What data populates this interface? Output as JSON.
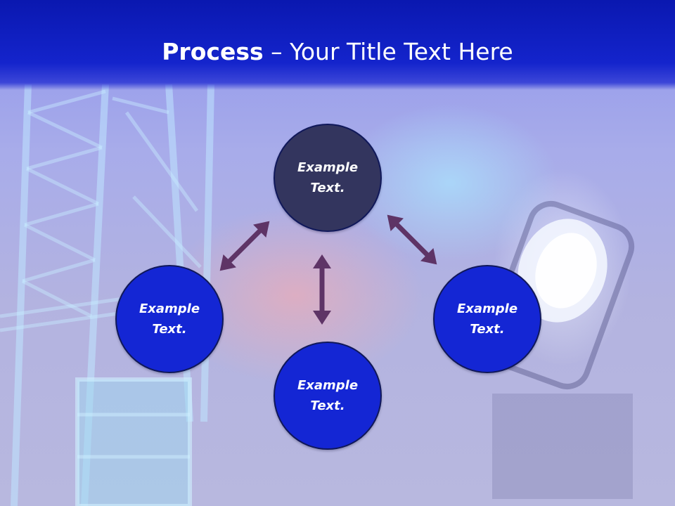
{
  "slide": {
    "title_bold": "Process",
    "title_rest": " – Your Title Text Here"
  },
  "nodes": {
    "top": {
      "text": "Example Text.",
      "color": "#33355e"
    },
    "left": {
      "text": "Example Text.",
      "color": "#1426d4"
    },
    "bottom": {
      "text": "Example Text.",
      "color": "#1426d4"
    },
    "right": {
      "text": "Example Text.",
      "color": "#1426d4"
    }
  },
  "colors": {
    "header": "#1424cc",
    "arrow": "#5e3466"
  }
}
